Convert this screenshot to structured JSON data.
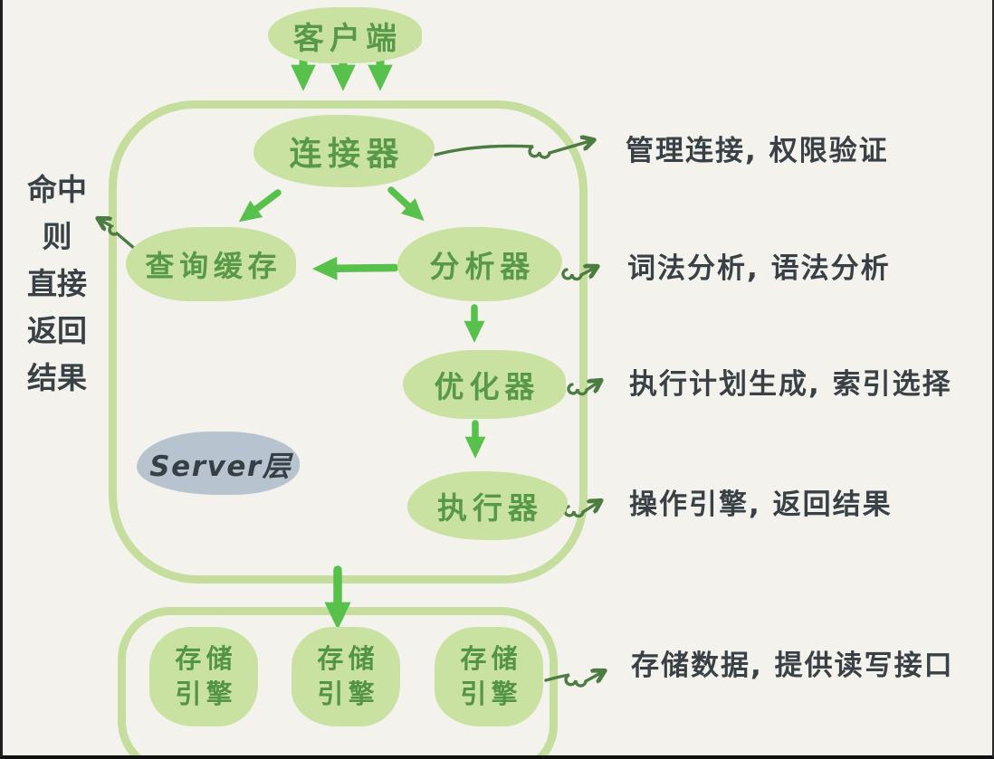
{
  "diagram": {
    "kind": "hand-drawn MySQL architecture flow diagram",
    "nodes": {
      "client": "客户端",
      "connector": "连接器",
      "query_cache": "查询缓存",
      "analyzer": "分析器",
      "optimizer": "优化器",
      "executor": "执行器",
      "server_layer": "Server层"
    },
    "storage": {
      "engines": [
        {
          "line1": "存储",
          "line2": "引擎"
        },
        {
          "line1": "存储",
          "line2": "引擎"
        },
        {
          "line1": "存储",
          "line2": "引擎"
        }
      ]
    },
    "annotations": {
      "connector": "管理连接, 权限验证",
      "analyzer": "词法分析, 语法分析",
      "optimizer": "执行计划生成, 索引选择",
      "executor": "操作引擎, 返回结果",
      "storage": "存储数据, 提供读写接口"
    },
    "side_note": {
      "full_text": "命中则直接返回结果",
      "lines": [
        "命中",
        "则",
        "直接",
        "返回",
        "结果"
      ]
    },
    "colors": {
      "background": "#f3f2ed",
      "node_fill": "#c9e2a2",
      "node_text": "#579948",
      "bright_arrow": "#58c14c",
      "container_border": "#c5de9e",
      "squiggle_arrow": "#4c7c42",
      "annotation_text": "#3a4146",
      "server_label_fill": "#b7c3ce"
    }
  }
}
